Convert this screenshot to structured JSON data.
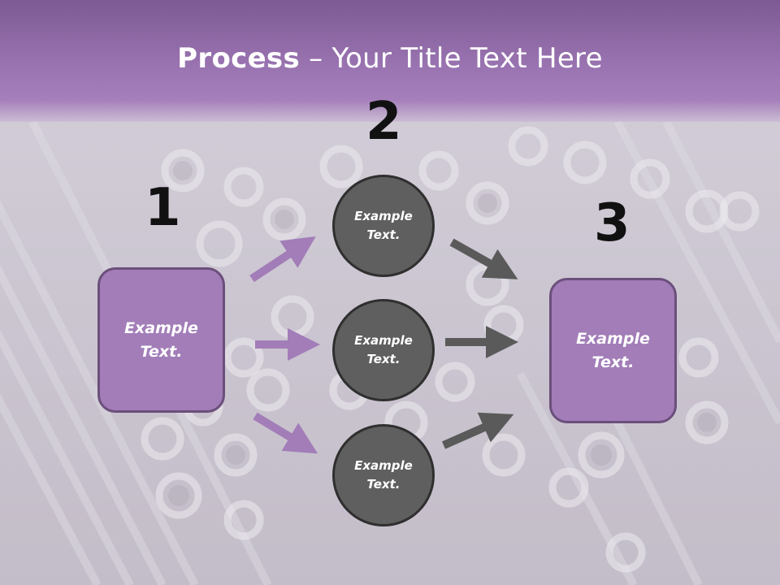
{
  "title": {
    "bold": "Process",
    "rest": " – Your Title Text Here"
  },
  "steps": [
    "1",
    "2",
    "3"
  ],
  "left_box": {
    "text": "Example\nText."
  },
  "circles": [
    {
      "text": "Example\nText."
    },
    {
      "text": "Example\nText."
    },
    {
      "text": "Example\nText."
    }
  ],
  "right_box": {
    "text": "Example\nText."
  },
  "colors": {
    "title_bar": "#9a74b1",
    "box_fill": "#a27db8",
    "box_border": "#6b4f7b",
    "circle_fill": "#5f5f5f",
    "circle_border": "#2f2f2f",
    "arrow_purple": "#a27db8",
    "arrow_gray": "#5a5a5a"
  }
}
